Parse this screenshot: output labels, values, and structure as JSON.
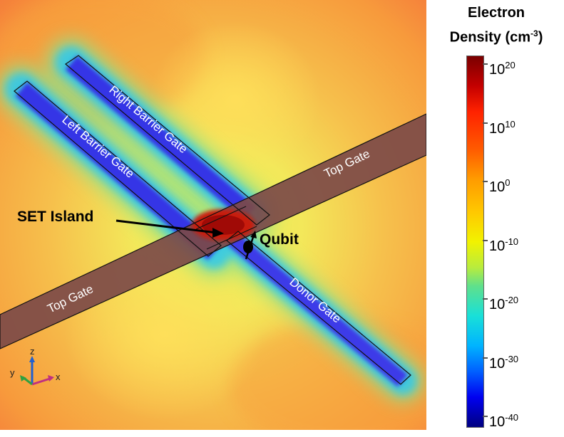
{
  "labels": {
    "right_barrier": "Right Barrier Gate",
    "left_barrier": "Left Barrier Gate",
    "top_gate_upper": "Top Gate",
    "top_gate_lower": "Top Gate",
    "donor_gate": "Donor Gate",
    "set_island": "SET Island",
    "qubit": "Qubit"
  },
  "axes": {
    "x": "x",
    "y": "y",
    "z": "z"
  },
  "colorbar": {
    "title_line1": "Electron",
    "title_line2": "Density (cm",
    "title_unit_exp": "-3",
    "title_close": ")",
    "ticks": [
      {
        "base": "10",
        "exp": "20"
      },
      {
        "base": "10",
        "exp": "10"
      },
      {
        "base": "10",
        "exp": "0"
      },
      {
        "base": "10",
        "exp": "-10"
      },
      {
        "base": "10",
        "exp": "-20"
      },
      {
        "base": "10",
        "exp": "-30"
      },
      {
        "base": "10",
        "exp": "-40"
      }
    ]
  },
  "colors": {
    "background_warm": "#f8a03a",
    "background_yellow": "#f2ee60",
    "gate_depletion": "#3a3ae8",
    "gate_fill": "#7a4a4a",
    "gate_outline": "#111111"
  }
}
